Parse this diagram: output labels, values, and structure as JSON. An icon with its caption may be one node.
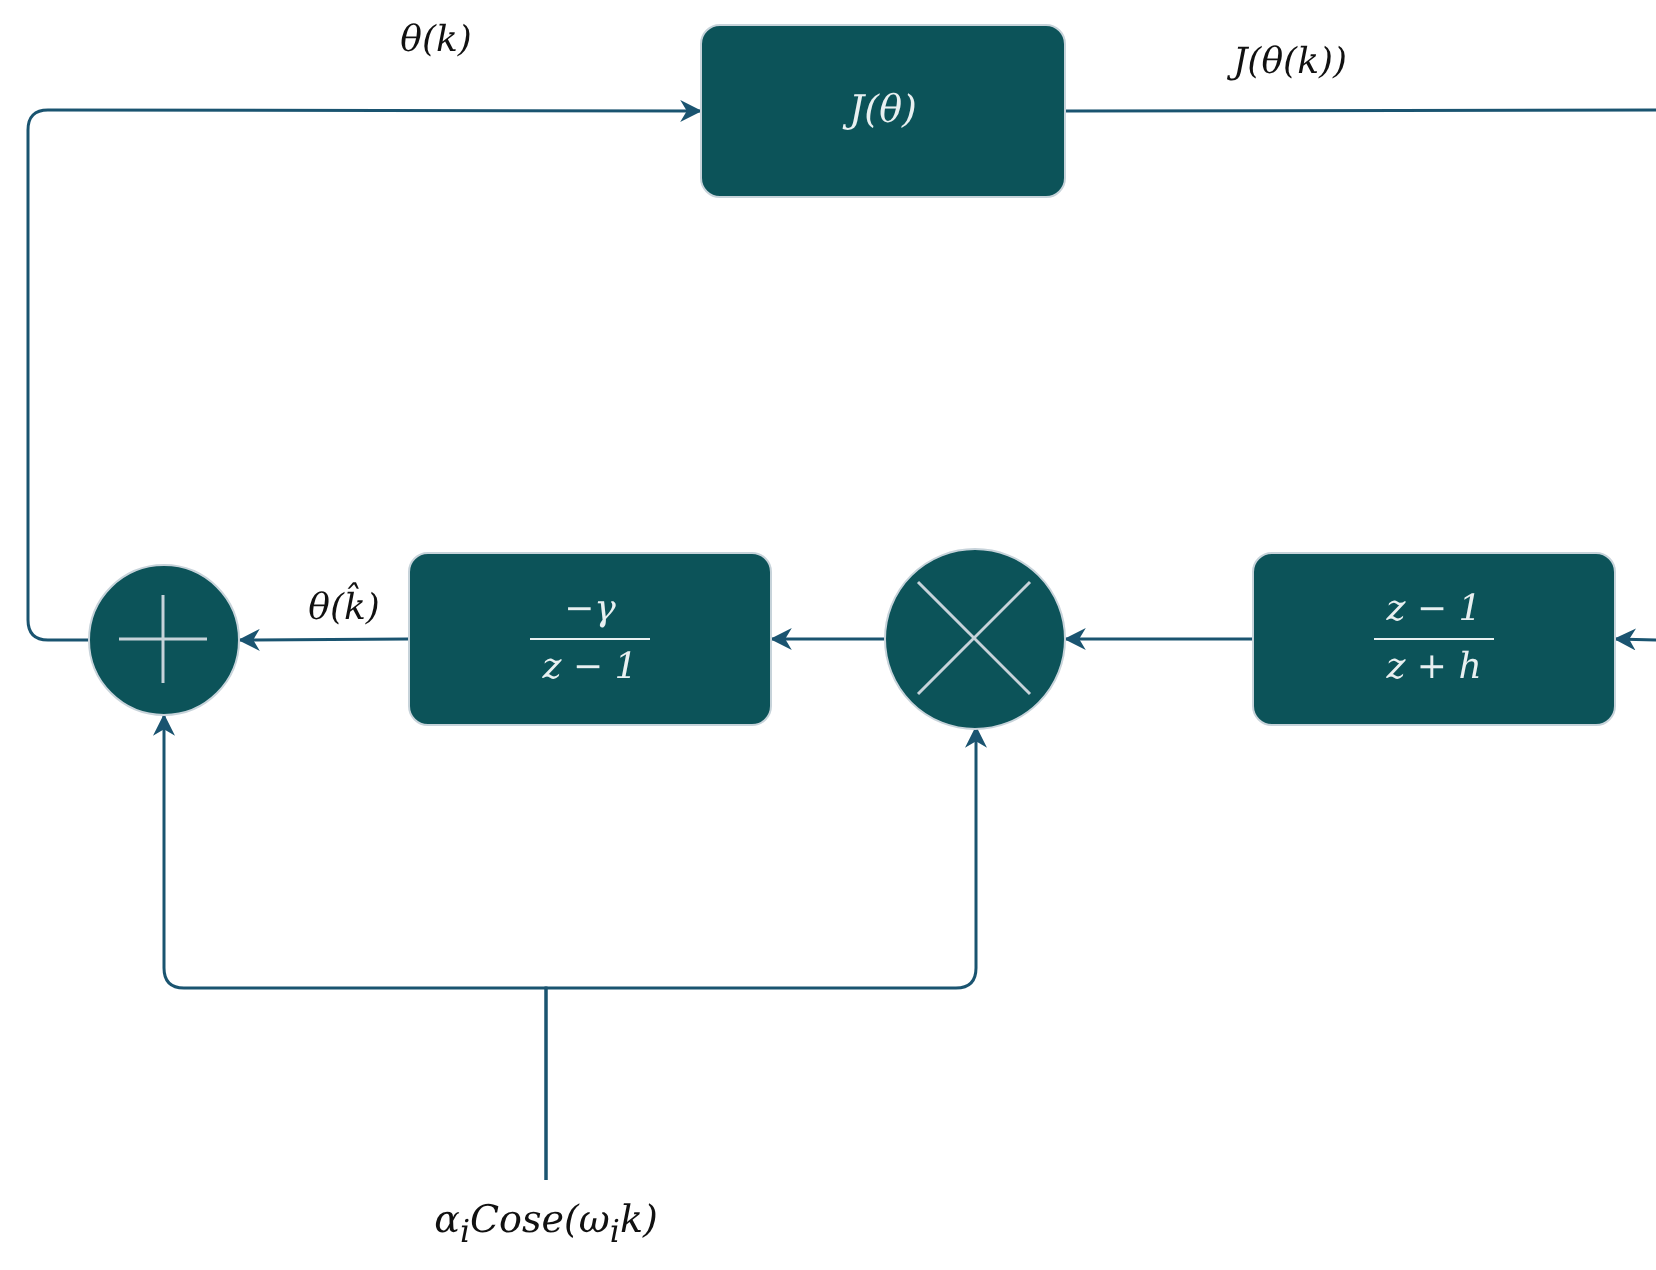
{
  "diagram": {
    "nodes": [
      {
        "text": [
          "J(θ)"
        ]
      },
      {
        "text": [],
        "shape": "circle"
      },
      {
        "text": [
          "−γ",
          "z − 1"
        ]
      },
      {
        "text": [],
        "shape": "circle"
      },
      {
        "text": [
          "z − 1",
          "z + h"
        ]
      },
      {
        "text": [
          "α$_{i}$Cose(ω$_{i}$k)"
        ]
      }
    ],
    "edges": [
      {
        "from": 1,
        "to": 0,
        "arrow": "to",
        "label": "θ(k)"
      },
      {
        "from": 0,
        "to": null,
        "arrow": "none",
        "label": "J(θ(k))"
      },
      {
        "from": null,
        "to": 4,
        "arrow": "to"
      },
      {
        "from": 4,
        "to": 3,
        "arrow": "to"
      },
      {
        "from": 3,
        "to": 2,
        "arrow": "to"
      },
      {
        "from": 2,
        "to": 1,
        "arrow": "to",
        "label": "θ(k̂)"
      },
      {
        "from": 5,
        "to": 1,
        "arrow": "to"
      },
      {
        "from": 5,
        "to": 3,
        "arrow": "to"
      }
    ]
  }
}
